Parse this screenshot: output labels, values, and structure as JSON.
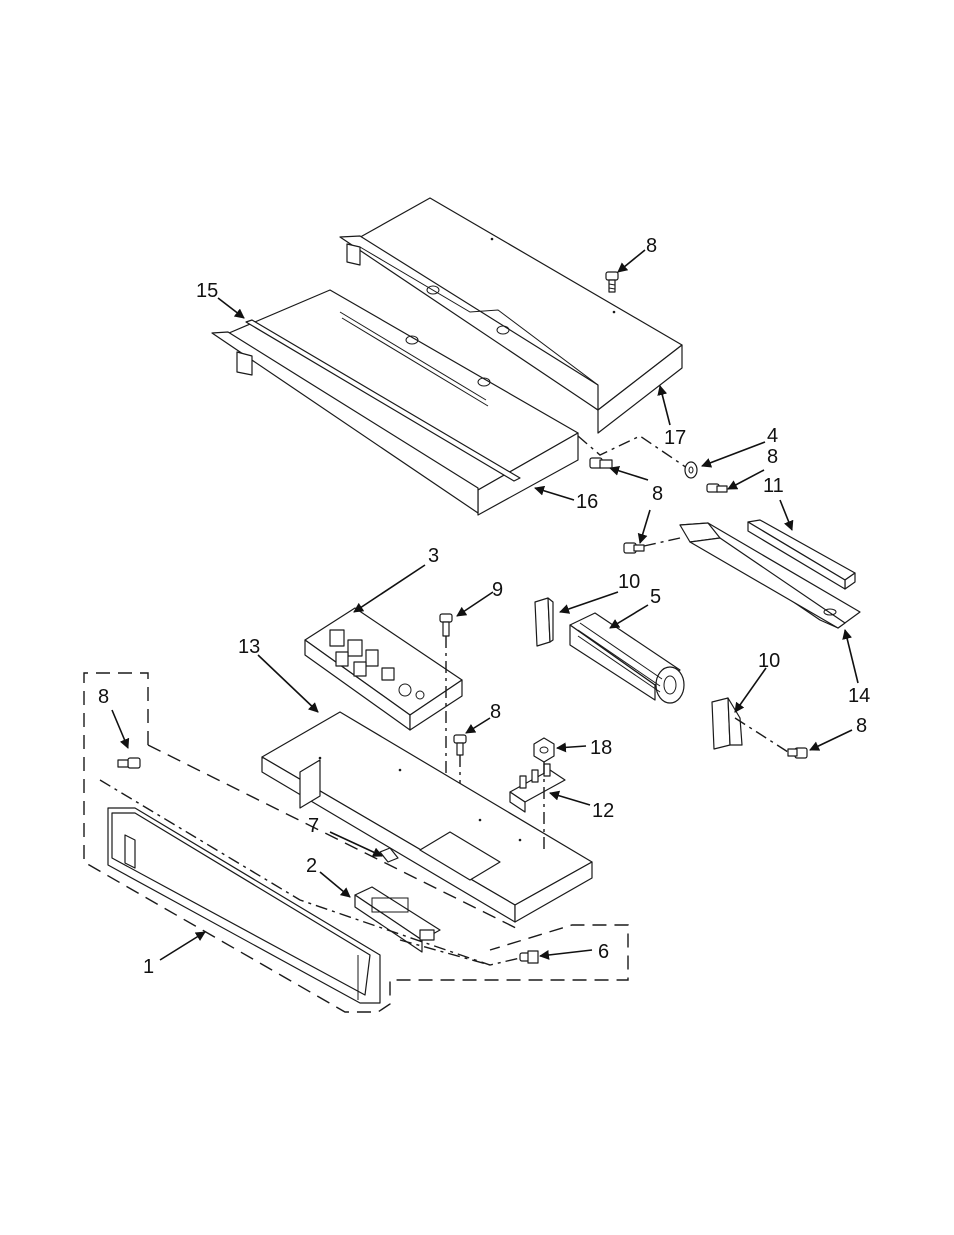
{
  "diagram": {
    "labels": {
      "p1": "1",
      "p2": "2",
      "p3": "3",
      "p4": "4",
      "p5": "5",
      "p6": "6",
      "p7": "7",
      "p8a": "8",
      "p8b": "8",
      "p8c": "8",
      "p8d": "8",
      "p8e": "8",
      "p8f": "8",
      "p9": "9",
      "p10a": "10",
      "p10b": "10",
      "p11": "11",
      "p12": "12",
      "p13": "13",
      "p14": "14",
      "p15": "15",
      "p16": "16",
      "p17": "17",
      "p18": "18"
    }
  }
}
